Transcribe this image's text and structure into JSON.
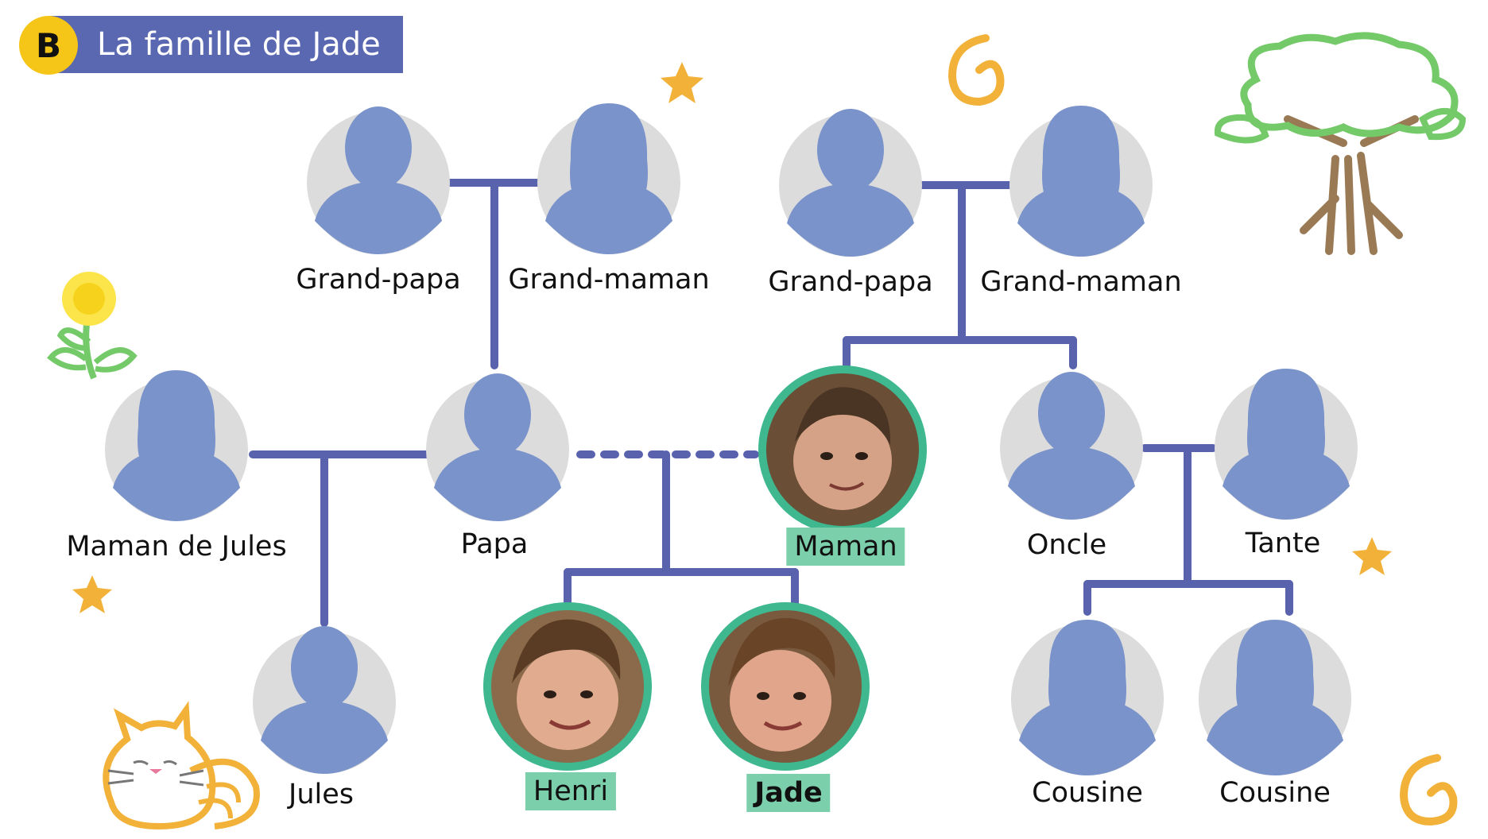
{
  "header": {
    "badge": "B",
    "title": "La famille de Jade"
  },
  "people": {
    "gp_paternal": "Grand-papa",
    "gm_paternal": "Grand-maman",
    "gp_maternal": "Grand-papa",
    "gm_maternal": "Grand-maman",
    "maman_jules": "Maman de Jules",
    "papa": "Papa",
    "maman": "Maman",
    "oncle": "Oncle",
    "tante": "Tante",
    "jules": "Jules",
    "henri": "Henri",
    "jade": "Jade",
    "cousine1": "Cousine",
    "cousine2": "Cousine"
  },
  "colors": {
    "silhouette": "#7a93cb",
    "avatar_bg": "#dcdcdc",
    "line": "#5862ad",
    "highlight": "#7ccfab",
    "photo_ring": "#3fb78f",
    "header_bar": "#5a67b1",
    "badge": "#f5c518"
  }
}
